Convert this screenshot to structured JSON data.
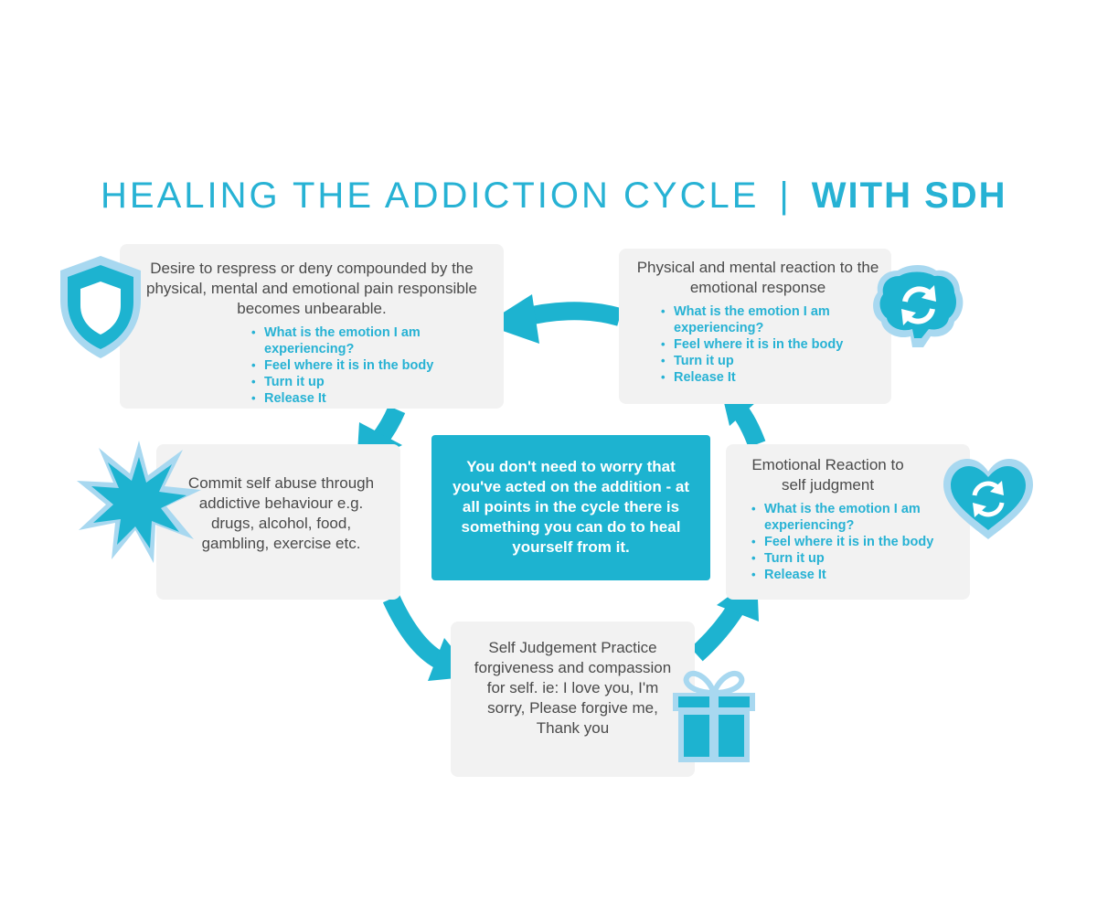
{
  "title": {
    "light": "HEALING THE ADDICTION CYCLE",
    "separator": "|",
    "bold": "WITH SDH"
  },
  "center": {
    "text": "You don't need to worry that you've acted on the addition - at all points in the cycle there is something you can do to heal yourself from it."
  },
  "steps": {
    "desire": {
      "text": "Desire to respress or deny compounded by the physical, mental and emotional pain responsible becomes unbearable.",
      "bullets": [
        "What is the emotion I am experiencing?",
        "Feel where it is in the body",
        "Turn it up",
        "Release It"
      ],
      "icon": "shield-icon"
    },
    "physical": {
      "text": "Physical and mental reaction to the emotional response",
      "bullets": [
        "What is the emotion I am experiencing?",
        "Feel where it is in the body",
        "Turn it up",
        "Release It"
      ],
      "icon": "brain-icon"
    },
    "commit": {
      "text": "Commit self abuse through addictive behaviour e.g. drugs, alcohol, food, gambling, exercise etc.",
      "icon": "burst-icon"
    },
    "emotional": {
      "text": "Emotional Reaction to self judgment",
      "bullets": [
        "What is the emotion I am experiencing?",
        "Feel where it is in the body",
        "Turn it up",
        "Release It"
      ],
      "icon": "heart-icon"
    },
    "judgement": {
      "text": "Self Judgement Practice forgiveness and compassion for self. ie: I love you, I'm sorry, Please forgive me, Thank you",
      "icon": "gift-icon"
    }
  },
  "colors": {
    "accent": "#27b2d4",
    "arrow": "#1db3d0",
    "box": "#f2f2f2",
    "icon_light": "#a8d8f0"
  }
}
